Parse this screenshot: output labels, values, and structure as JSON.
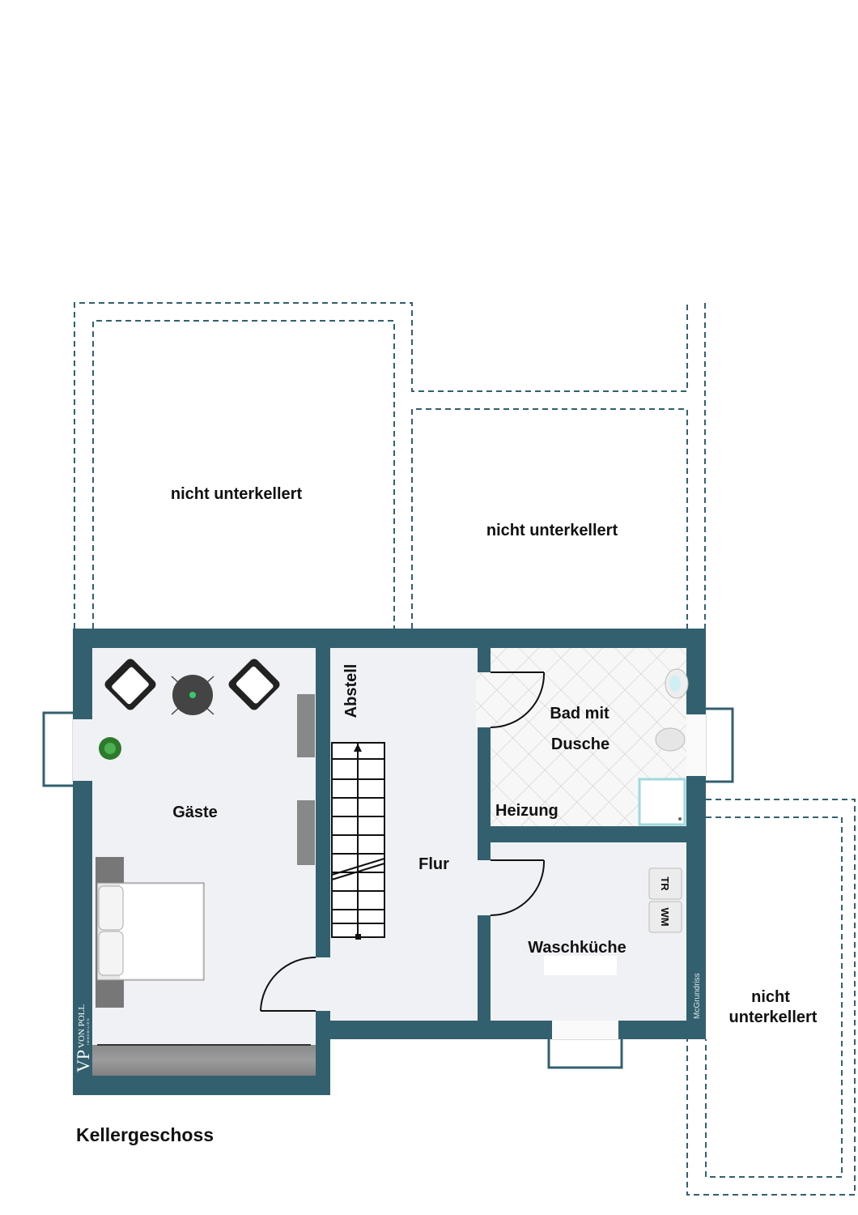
{
  "plan": {
    "title": "Kellergeschoss",
    "wall_color": "#33606f",
    "floor_color": "#f0f1f5",
    "rooms": {
      "gaeste": "Gäste",
      "abstell": "Abstell",
      "flur": "Flur",
      "bad_line1": "Bad mit",
      "bad_line2": "Dusche",
      "heizung": "Heizung",
      "waschkueche": "Waschküche"
    },
    "appliances": {
      "dryer": "TR",
      "washer": "WM"
    },
    "unexcavated": {
      "left": "nicht unterkellert",
      "middle": "nicht unterkellert",
      "right_line1": "nicht",
      "right_line2": "unterkellert"
    },
    "credit": "McGrundriss",
    "logo": {
      "mark": "VP",
      "name": "VON POLL",
      "sub": "IMMOBILIEN"
    }
  }
}
